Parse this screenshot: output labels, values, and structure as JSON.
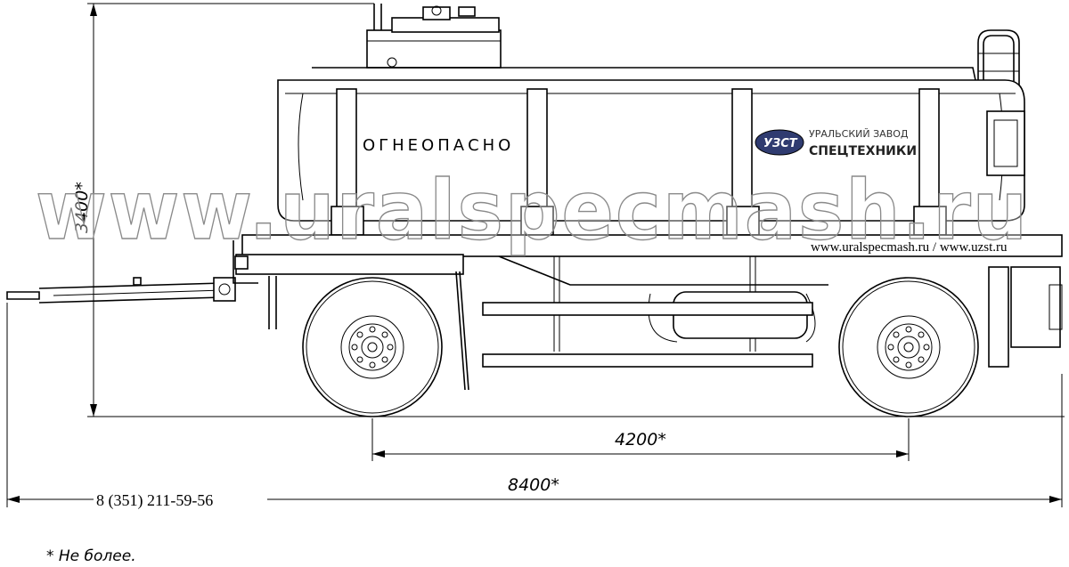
{
  "tank_label": "ОГНЕОПАСНО",
  "logo": {
    "mark": "УЗСТ",
    "line1": "УРАЛЬСКИЙ ЗАВОД",
    "line2": "СПЕЦТЕХНИКИ"
  },
  "websites": "www.uralspecmash.ru / www.uzst.ru",
  "watermark": "www.uralspecmash.ru",
  "dimensions": {
    "height": "3400*",
    "wheelbase": "4200*",
    "length": "8400*"
  },
  "phone": "8 (351) 211-59-56",
  "footnote": "* Не более."
}
